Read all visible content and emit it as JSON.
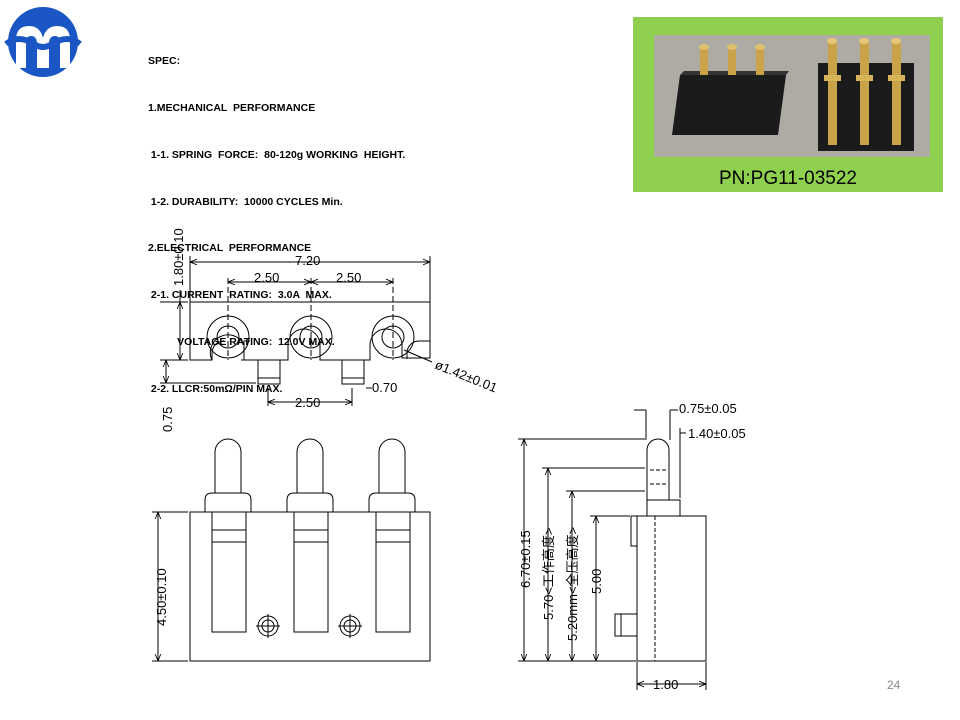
{
  "spec": {
    "lines": [
      "SPEC:",
      "1.MECHANICAL  PERFORMANCE",
      " 1-1. SPRING  FORCE:  80-120g WORKING  HEIGHT.",
      " 1-2. DURABILITY:  10000 CYCLES Min.",
      "2.ELECTRICAL  PERFORMANCE",
      " 2-1. CURRENT  RATING:  3.0A  MAX.",
      "          VOLTAGE RATING:  12.0V MAX.",
      " 2-2. LLCR:50mΩ/PIN MAX."
    ]
  },
  "photo": {
    "part_number": "PN:PG11-03522"
  },
  "drawing": {
    "top_view": {
      "dim_height": "1.80±0.10",
      "dim_width": "7.20",
      "dim_pitch_left": "2.50",
      "dim_pitch_right": "2.50",
      "dim_peg_pitch": "2.50",
      "dim_peg_width": "0.70",
      "dim_hole": "ø1.42±0.01",
      "dim_offset": "0.75"
    },
    "front_view": {
      "dim_body_height": "4.50±0.10"
    },
    "side_view": {
      "dim_tip": "0.75±0.05",
      "dim_plunger": "1.40±0.05",
      "dim_total": "6.70±0.15",
      "dim_working": "5.70<工作高度>",
      "dim_compressed": "5.20mm<全压高度>",
      "dim_body": "5.00",
      "dim_thickness": "1.80"
    }
  },
  "page_number": "24",
  "colors": {
    "logo": "#1a56c4",
    "photo_background": "#8fd14f",
    "pin_gold": "#c9a24a",
    "housing": "#1e1e1e"
  }
}
